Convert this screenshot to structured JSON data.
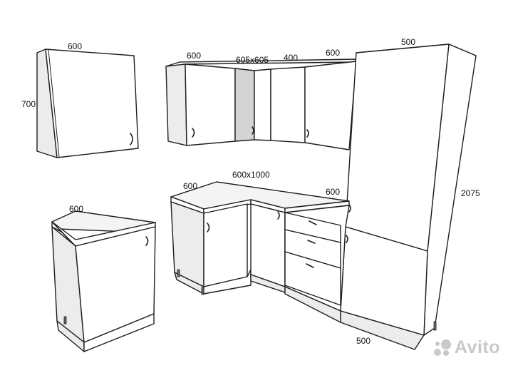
{
  "dimensions": {
    "wall_single_width": "600",
    "wall_single_height": "700",
    "wall_left_width": "600",
    "wall_corner": "605x605",
    "wall_narrow": "400",
    "wall_right": "600",
    "tall_top": "500",
    "tall_height": "2075",
    "tall_bottom": "500",
    "base_single_width": "600",
    "base_left_width": "600",
    "base_corner": "600x1000",
    "base_drawer_width": "600"
  },
  "watermark": {
    "brand": "Avito"
  },
  "colors": {
    "line": "#1e1e1e",
    "panel": "#ffffff",
    "side": "#ececec",
    "watermark": "#c9c9c9"
  }
}
